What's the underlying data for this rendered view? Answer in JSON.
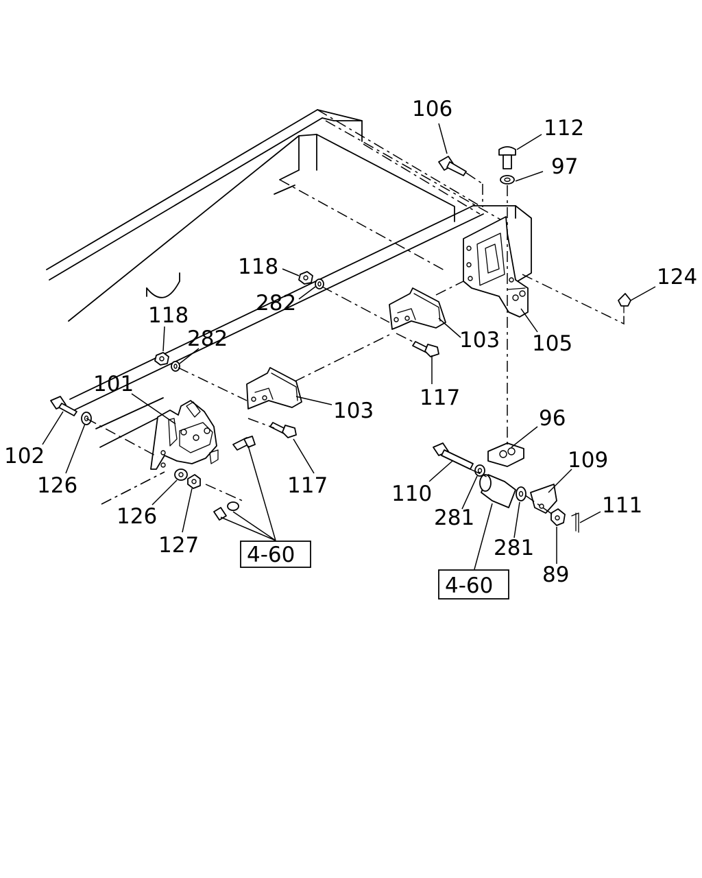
{
  "diagram": {
    "callouts": [
      {
        "id": "c106a",
        "text": "106"
      },
      {
        "id": "c112",
        "text": "112"
      },
      {
        "id": "c97",
        "text": "97"
      },
      {
        "id": "c118a",
        "text": "118"
      },
      {
        "id": "c282a",
        "text": "282"
      },
      {
        "id": "c124",
        "text": "124"
      },
      {
        "id": "c118b",
        "text": "118"
      },
      {
        "id": "c282b",
        "text": "282"
      },
      {
        "id": "c103a",
        "text": "103"
      },
      {
        "id": "c105",
        "text": "105"
      },
      {
        "id": "c101",
        "text": "101"
      },
      {
        "id": "c117a",
        "text": "117"
      },
      {
        "id": "c102",
        "text": "102"
      },
      {
        "id": "c103b",
        "text": "103"
      },
      {
        "id": "c96",
        "text": "96"
      },
      {
        "id": "c126a",
        "text": "126"
      },
      {
        "id": "c109",
        "text": "109"
      },
      {
        "id": "c117b",
        "text": "117"
      },
      {
        "id": "c111",
        "text": "111"
      },
      {
        "id": "c110",
        "text": "110"
      },
      {
        "id": "c126b",
        "text": "126"
      },
      {
        "id": "c281a",
        "text": "281"
      },
      {
        "id": "c127",
        "text": "127"
      },
      {
        "id": "c281b",
        "text": "281"
      },
      {
        "id": "c89",
        "text": "89"
      }
    ],
    "references": [
      {
        "id": "r1",
        "text": "4-60"
      },
      {
        "id": "r2",
        "text": "4-60"
      }
    ]
  }
}
